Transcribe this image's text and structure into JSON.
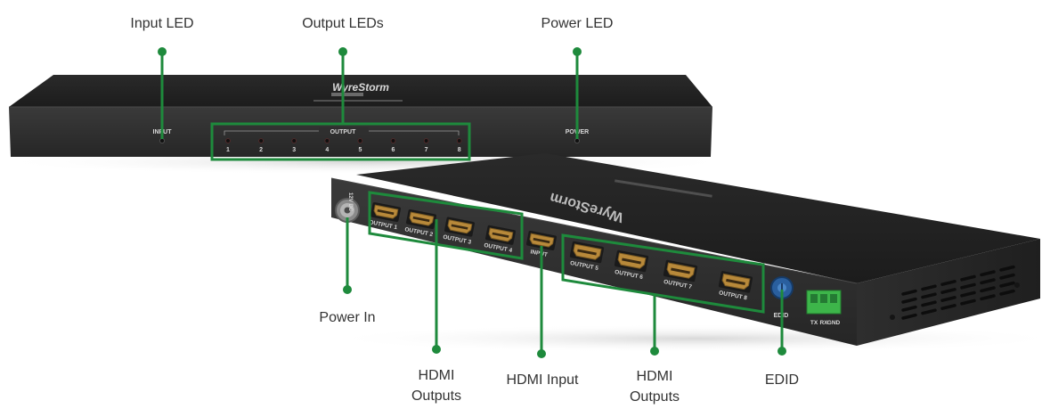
{
  "callouts": {
    "input_led": "Input LED",
    "output_leds": "Output LEDs",
    "power_led": "Power LED",
    "power_in": "Power In",
    "hdmi_outputs_left": "HDMI\nOutputs",
    "hdmi_input": "HDMI Input",
    "hdmi_outputs_right": "HDMI\nOutputs",
    "edid": "EDID"
  },
  "front_panel": {
    "brand": "WyreStorm",
    "input_label": "INPUT",
    "output_label": "OUTPUT",
    "power_label": "POWER",
    "output_numbers": [
      "1",
      "2",
      "3",
      "4",
      "5",
      "6",
      "7",
      "8"
    ]
  },
  "rear_panel": {
    "brand": "WyreStorm",
    "power_label": "12V DC",
    "outputs_left": [
      "OUTPUT 1",
      "OUTPUT 2",
      "OUTPUT 3",
      "OUTPUT 4"
    ],
    "input_label": "INPUT",
    "outputs_right": [
      "OUTPUT 5",
      "OUTPUT 6",
      "OUTPUT 7",
      "OUTPUT 8"
    ],
    "edid_label": "EDID",
    "rs232_labels": [
      "TX",
      "RX",
      "GND"
    ]
  },
  "colors": {
    "accent_green": "#1e8a3c",
    "chassis_dark": "#2b2b2b",
    "chassis_side": "#3a3a3a",
    "hdmi_gold": "#b8893a",
    "terminal_green": "#3db54a",
    "edid_blue": "#2a5f9e"
  }
}
